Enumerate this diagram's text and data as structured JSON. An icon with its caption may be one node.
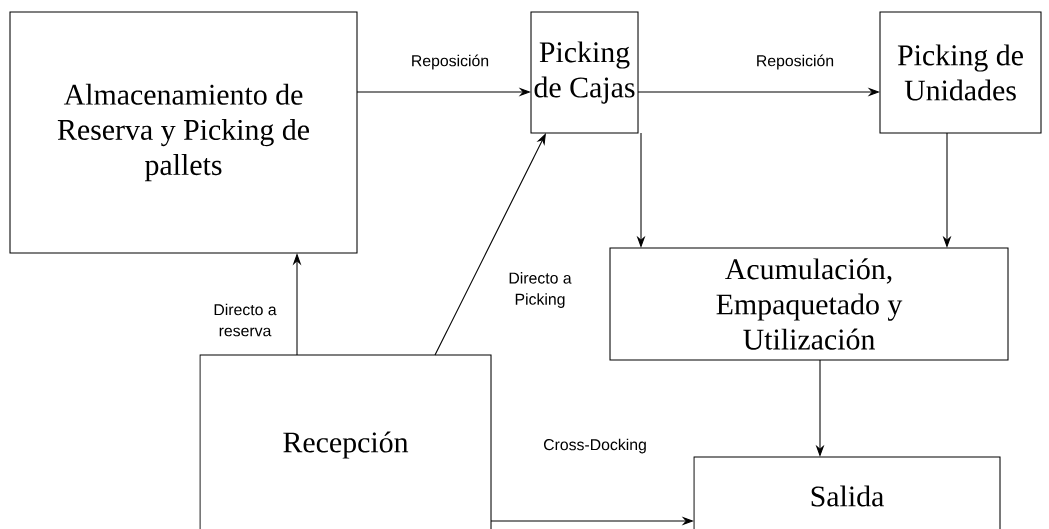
{
  "diagram": {
    "nodes": [
      {
        "text": [
          "Almacenamiento de Reserva y Picking de pallets"
        ]
      },
      {
        "text": [
          "Picking de Cajas"
        ]
      },
      {
        "text": [
          "Picking de Unidades"
        ]
      },
      {
        "text": [
          "Acumulación, Empaquetado y Utilización"
        ]
      },
      {
        "text": [
          "Recepción"
        ]
      },
      {
        "text": [
          "Salida"
        ]
      }
    ],
    "edges": [
      {
        "from": 0,
        "to": 1,
        "arrow": "to",
        "label": "Reposición"
      },
      {
        "from": 1,
        "to": 2,
        "arrow": "to",
        "label": "Reposición"
      },
      {
        "from": 1,
        "to": 3,
        "arrow": "to"
      },
      {
        "from": 2,
        "to": 3,
        "arrow": "to"
      },
      {
        "from": 3,
        "to": 5,
        "arrow": "to"
      },
      {
        "from": 4,
        "to": 0,
        "arrow": "to",
        "label": "Directo a reserva"
      },
      {
        "from": 4,
        "to": 1,
        "arrow": "to",
        "label": "Directo a Picking"
      },
      {
        "from": 4,
        "to": 5,
        "arrow": "to",
        "label": "Cross-Docking"
      }
    ]
  }
}
